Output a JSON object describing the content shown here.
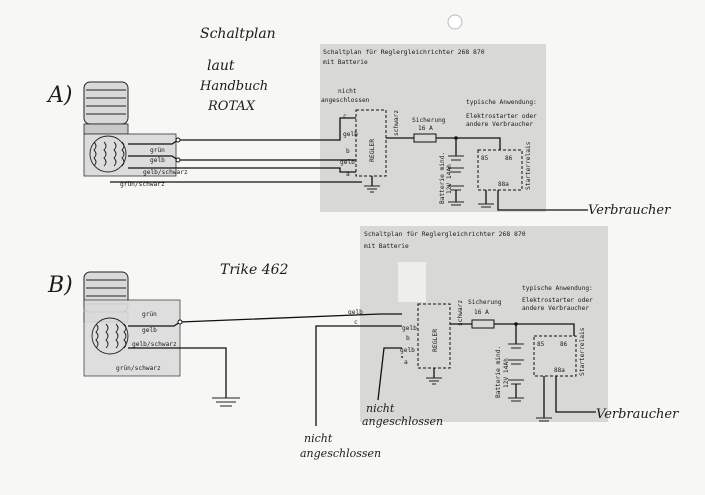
{
  "header": {
    "title_line1": "Schaltplan",
    "title_line2": "laut",
    "title_line3": "Handbuch",
    "title_line4": "ROTAX",
    "label_a": "A)",
    "label_b": "B)",
    "trike_label": "Trike 462"
  },
  "schematic_a": {
    "title": "Schaltplan für Reglergleichrichter 268 870",
    "subtitle": "mit Batterie",
    "nicht": "nicht",
    "angeschlossen": "angeschlossen",
    "regler": "REGLER",
    "schwarz": "schwarz",
    "sicherung": "Sicherung",
    "fuse_rating": "16 A",
    "typische": "typische Anwendung:",
    "app_line1": "Elektrostarter oder",
    "app_line2": "andere Verbraucher",
    "battery": "Batterie mind.",
    "battery_spec": "12V 14Ah",
    "relay": "Starterrelais",
    "terminal_85": "85",
    "terminal_86": "86",
    "terminal_88a": "88a",
    "gelb": "gelb",
    "b": "b",
    "c": "c",
    "a": "a",
    "gruen": "grün",
    "gelb_schwarz": "gelb/schwarz",
    "gruen_schwarz": "grün/schwarz",
    "verbraucher": "Verbraucher"
  },
  "schematic_b": {
    "title": "Schaltplan für Reglergleichrichter 268 870",
    "subtitle": "mit Batterie",
    "regler": "REGLER",
    "schwarz": "schwarz",
    "sicherung": "Sicherung",
    "fuse_rating": "16 A",
    "typische": "typische Anwendung:",
    "app_line1": "Elektrostarter oder",
    "app_line2": "andere Verbraucher",
    "battery": "Batterie mind.",
    "battery_spec": "12V 14Ah",
    "relay": "Starterrelais",
    "terminal_85": "85",
    "terminal_86": "86",
    "terminal_88a": "88a",
    "gelb": "gelb",
    "b": "b",
    "c": "c",
    "a": "a",
    "gruen": "grün",
    "gelb_schwarz": "gelb/schwarz",
    "gruen_schwarz": "grün/schwarz",
    "verbraucher": "Verbraucher",
    "nicht_1": "nicht",
    "angeschlossen_1": "angeschlossen",
    "nicht_2": "nicht",
    "angeschlossen_2": "angeschlossen"
  }
}
